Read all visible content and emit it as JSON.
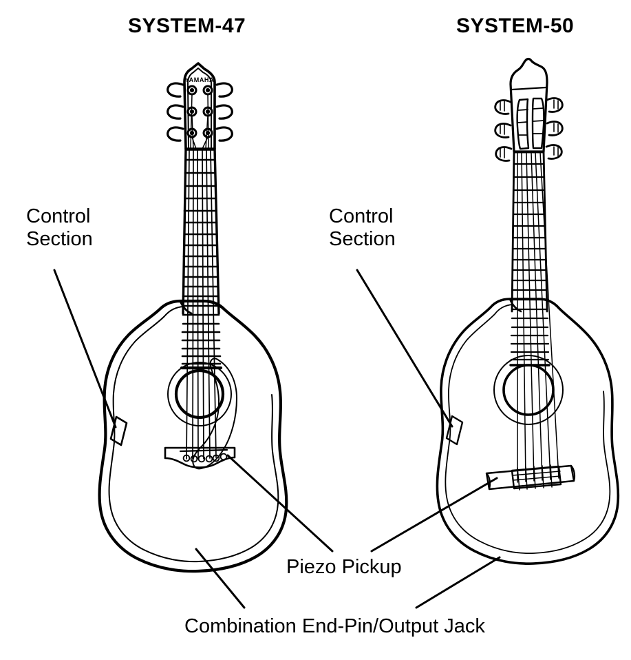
{
  "diagram": {
    "kind": "guitar-pickup-system-comparison",
    "background_color": "#ffffff",
    "line_color": "#000000",
    "panels": [
      {
        "id": "system-47",
        "title": "SYSTEM-47",
        "guitar_type": "steel-string dreadnought acoustic",
        "headstock_brand": "YAMAHA",
        "headstock_style": "solid with 6 tuning machines, 3 per side",
        "features": [
          "pickguard",
          "round soundhole with rosette",
          "pin bridge with 6 bridge pins",
          "6 strings"
        ],
        "callouts": [
          "Control Section",
          "Piezo Pickup",
          "Combination End-Pin/Output Jack"
        ]
      },
      {
        "id": "system-50",
        "title": "SYSTEM-50",
        "guitar_type": "nylon-string classical acoustic",
        "headstock_brand": "",
        "headstock_style": "slotted classical headstock with 6 rollers",
        "features": [
          "no pickguard",
          "round soundhole with rosette",
          "classical tie-block bridge",
          "6 strings"
        ],
        "callouts": [
          "Control Section",
          "Piezo Pickup",
          "Combination End-Pin/Output Jack"
        ]
      }
    ],
    "titles": {
      "left": "SYSTEM-47",
      "right": "SYSTEM-50"
    },
    "callouts": {
      "control_section_left": {
        "line1": "Control",
        "line2": "Section"
      },
      "control_section_right": {
        "line1": "Control",
        "line2": "Section"
      },
      "piezo_pickup": "Piezo Pickup",
      "end_pin_jack": "Combination End-Pin/Output Jack"
    }
  }
}
